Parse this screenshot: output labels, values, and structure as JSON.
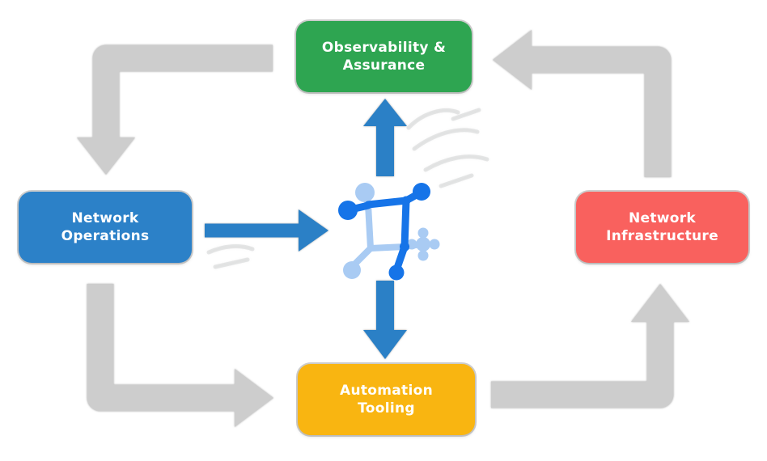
{
  "diagram": {
    "nodes": [
      {
        "id": "observability-assurance",
        "label": "Observability &\nAssurance",
        "color": "#2ea551"
      },
      {
        "id": "network-operations",
        "label": "Network\nOperations",
        "color": "#2c81c8"
      },
      {
        "id": "network-infrastructure",
        "label": "Network\nInfrastructure",
        "color": "#f9615e"
      },
      {
        "id": "automation-tooling",
        "label": "Automation\nTooling",
        "color": "#f9b511"
      }
    ],
    "center_icon": "network-mesh-icon",
    "cycle_arrows": [
      {
        "from": "observability-assurance",
        "to": "network-operations"
      },
      {
        "from": "network-operations",
        "to": "automation-tooling"
      },
      {
        "from": "automation-tooling",
        "to": "network-infrastructure"
      },
      {
        "from": "network-infrastructure",
        "to": "observability-assurance"
      }
    ],
    "flow_arrows": [
      {
        "from": "network-operations",
        "to": "center"
      },
      {
        "from": "center",
        "to": "observability-assurance"
      },
      {
        "from": "center",
        "to": "automation-tooling"
      }
    ],
    "colors": {
      "background": "#ffffff",
      "cycle_arrow": "#cdcdcd",
      "flow_arrow": "#2b80c6",
      "icon_dark": "#1674e8",
      "icon_light": "#a9cbf3",
      "text": "#ffffff"
    }
  }
}
